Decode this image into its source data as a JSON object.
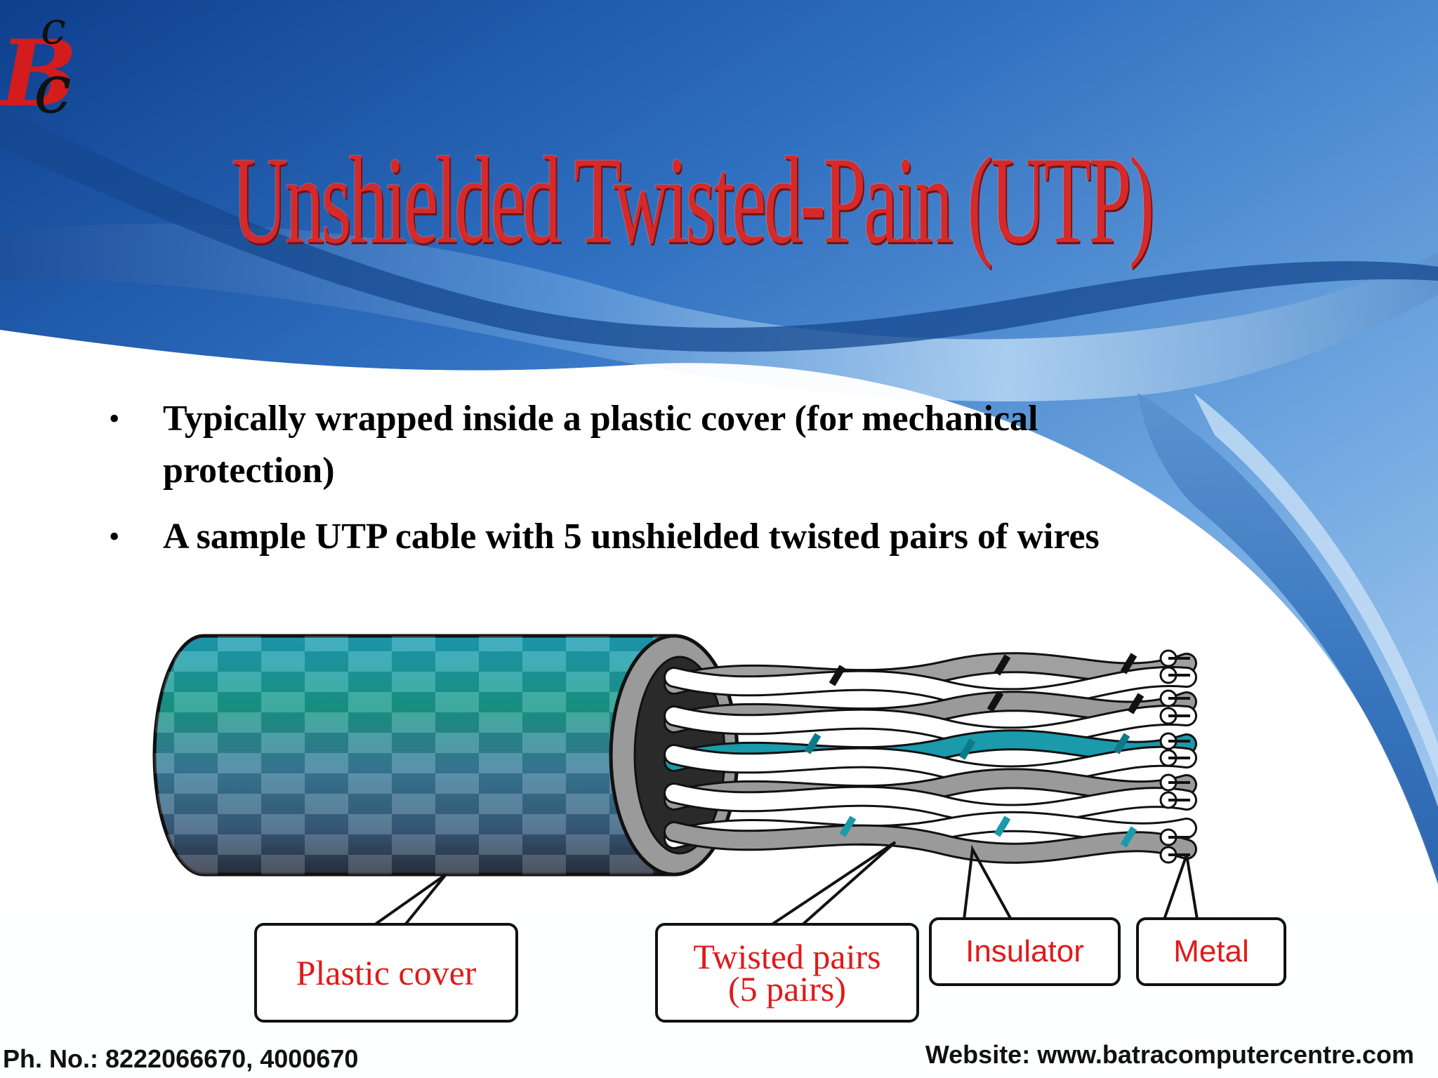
{
  "logo": {
    "letters": "BCC"
  },
  "slide": {
    "title": "Unshielded Twisted-Pain (UTP)",
    "bullets": [
      {
        "text": "Typically wrapped inside a plastic cover (for mechanical protection)"
      },
      {
        "text": "A sample UTP cable with 5 unshielded twisted pairs of wires"
      }
    ]
  },
  "diagram": {
    "labels": {
      "plastic_cover": "Plastic cover",
      "twisted_pairs_line1": "Twisted pairs",
      "twisted_pairs_line2": "(5 pairs)",
      "insulator": "Insulator",
      "metal": "Metal"
    },
    "pair_colors": [
      "#9a9a9a",
      "#9a9a9a",
      "#1a9aaa",
      "#9a9a9a",
      "#9a9a9a"
    ]
  },
  "footer": {
    "phone": "Ph. No.: 8222066670, 4000670",
    "website": "Website: www.batracomputercentre.com"
  },
  "colors": {
    "title_red": "#d42a2a",
    "label_red": "#e01a1a",
    "swoosh_blue": "#3f7fcc"
  }
}
